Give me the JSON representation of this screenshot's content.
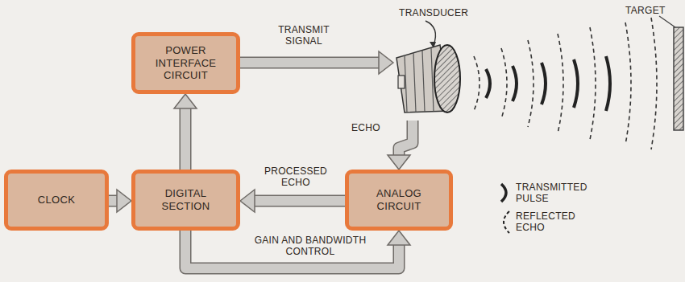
{
  "diagram": {
    "nodes": [
      {
        "text": [
          "POWER INTERFACE CIRCUIT"
        ]
      },
      {
        "text": [
          "TRANSDUCER"
        ]
      },
      {
        "text": [
          "CLOCK"
        ]
      },
      {
        "text": [
          "DIGITAL SECTION"
        ]
      },
      {
        "text": [
          "ANALOG CIRCUIT"
        ]
      }
    ],
    "edges": [
      {
        "from": 0,
        "to": 1,
        "label": "TRANSMIT SIGNAL",
        "arrow": "to"
      },
      {
        "from": 1,
        "to": 4,
        "label": "ECHO",
        "arrow": "to"
      },
      {
        "from": 2,
        "to": 3,
        "arrow": "to"
      },
      {
        "from": 3,
        "to": 0,
        "arrow": "to"
      },
      {
        "from": 4,
        "to": 3,
        "label": "PROCESSED ECHO",
        "arrow": "to"
      },
      {
        "from": 3,
        "to": 4,
        "label": "GAIN AND BANDWIDTH CONTROL",
        "arrow": "to"
      }
    ],
    "labels": [
      "TARGET"
    ],
    "legend": [
      {
        "text": "TRANSMITTED PULSE"
      },
      {
        "text": "REFLECTED ECHO"
      }
    ]
  }
}
